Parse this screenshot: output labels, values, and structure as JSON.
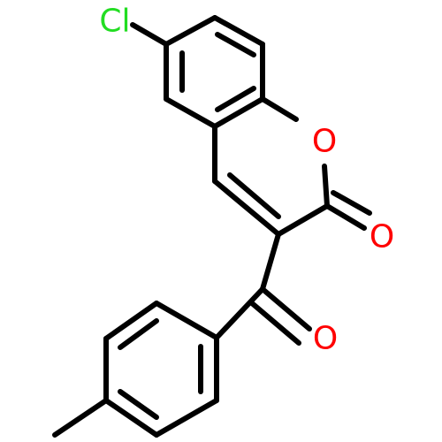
{
  "colors": {
    "bond": "#000000",
    "chlorine": "#22dd22",
    "oxygen": "#ff0000"
  },
  "atoms": {
    "chlorine": {
      "label": "Cl"
    },
    "ring_oxygen": {
      "label": "O"
    },
    "lactone_carbonyl_oxygen": {
      "label": "O"
    },
    "ketone_oxygen": {
      "label": "O"
    }
  }
}
